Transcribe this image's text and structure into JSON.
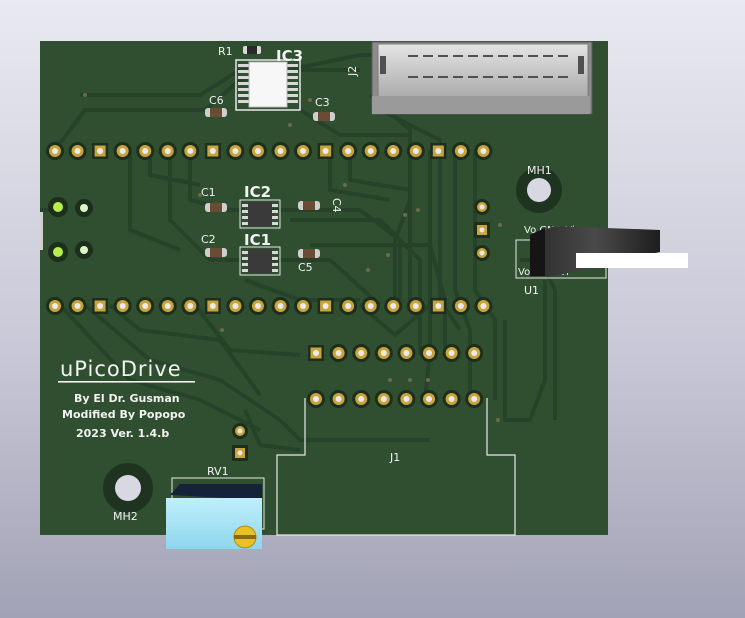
{
  "board": {
    "title": "uPicoDrive",
    "credit_line1": "By El Dr. Gusman",
    "credit_line2": "Modified By Popopo",
    "credit_line3": "2023 Ver. 1.4.b"
  },
  "references": {
    "r1": "R1",
    "ic3": "IC3",
    "j2": "J2",
    "c6": "C6",
    "c3": "C3",
    "c1": "C1",
    "ic2": "IC2",
    "c4": "C4",
    "c2": "C2",
    "ic1": "IC1",
    "c5": "C5",
    "mh1": "MH1",
    "u1": "U1",
    "j1": "J1",
    "rv1": "RV1",
    "mh2": "MH2",
    "u1_pins_top": "Vo GND Vi",
    "u1_pins_bottom": "Vo GND Vi"
  },
  "colors": {
    "pcb": "#2f4f30",
    "trace": "#254226",
    "silk": "#f2f2f2",
    "pad": "#c9a43a"
  }
}
